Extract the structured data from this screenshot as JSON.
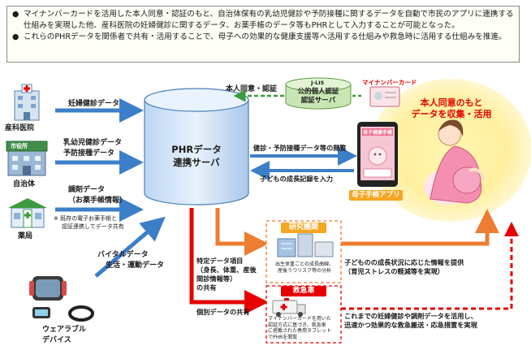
{
  "bullets": [
    "マイナンバーカードを活用した本人同意・認証のもと、自治体保有の乳幼児健診や予防接種に関するデータを自動で市民のアプリに連携する仕組みを実現した他、産科医院の妊婦健診に関するデータ、お薬手帳のデータ等もPHRとして入力することが可能となった。",
    "これらのPHRデータを関係者で共有・活用することで、母子への効果的な健康支援等へ活用する仕組みや救急時に活用する仕組みを推進。"
  ],
  "sources": {
    "clinic": "産科医院",
    "city": "自治体",
    "city_sign": "市役所",
    "pharmacy": "薬局",
    "wearable_1": "ウェアラブル",
    "wearable_2": "デバイス"
  },
  "flows": {
    "prenatal": "妊婦健診データ",
    "infant_1": "乳幼児健診データ",
    "infant_2": "予防接種データ",
    "rx_1": "調剤データ",
    "rx_2": "（お薬手帳情報）",
    "rx_note_1": "※ 既存の電子お薬手帳と",
    "rx_note_2": "認証連携してデータ共有",
    "vital_1": "バイタルデータ",
    "vital_2": "生活・運動データ",
    "consent": "本人同意・認証",
    "view": "健診・予防接種データ等の閲覧",
    "input": "子どもの成長記録を入力",
    "specific_1": "特定データ項目",
    "specific_2": "（身長、体重、産後",
    "specific_3": "間診情報等）",
    "specific_4": "の共有",
    "individual": "個別データの共有"
  },
  "server": {
    "line1": "PHRデータ",
    "line2": "連携サーバ"
  },
  "jpki": {
    "tag": "J-LIS",
    "line1": "公的個人認証",
    "line2": "認証サーバ"
  },
  "mynumber": "マイナンバーカード",
  "app": {
    "screen_title": "母子健康手帳",
    "label": "母子手帳アプリ"
  },
  "mother": {
    "line1": "本人同意のもと",
    "line2": "データを収集・活用"
  },
  "research": {
    "title": "研究機関",
    "cap_1": "出生体重ごとの成長曲線、",
    "cap_2": "産後うつリスク等の分析"
  },
  "research_info": {
    "line1": "子どものの成長状況に応じた情報を提供",
    "line2": "（育児ストレスの軽減等を実現）"
  },
  "ambulance": {
    "title": "救急車",
    "cap_1": "マイナンバーカードを用いた",
    "cap_2": "認証方式に基づき、救急車",
    "cap_3": "に搭載された専用タブレット",
    "cap_4": "でPHRを閲覧"
  },
  "emergency_info": {
    "line1": "これまでの妊婦健診や調剤データを活用し、",
    "line2": "迅速かつ効果的な救急搬送・応急措置を実現"
  },
  "colors": {
    "blue_arrow": "#3d7ec8",
    "orange_arrow": "#ed7d31",
    "red_arrow": "#e60000",
    "green_arrow": "#3c9b3c"
  }
}
